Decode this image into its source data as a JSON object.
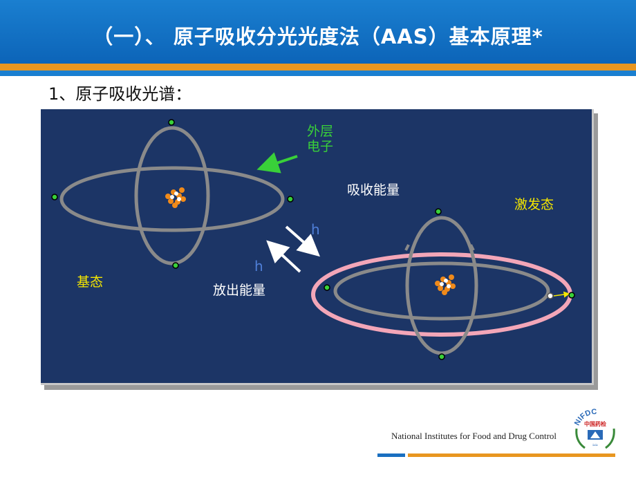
{
  "header": {
    "title": "（一）、 原子吸收分光光度法（AAS）基本原理*"
  },
  "subtitle": "1、原子吸收光谱：",
  "diagram": {
    "outer_electron_label_line1": "外层",
    "outer_electron_label_line2": "电子",
    "absorb_energy": "吸收能量",
    "excited_state": "激发态",
    "ground_state": "基态",
    "emit_energy": "放出能量",
    "photon_symbol_1": "h",
    "photon_symbol_2": "h"
  },
  "footer": {
    "institute": "National Institutes for Food and Drug Control",
    "logo_text": "NIFDC",
    "logo_chinese": "中国药检"
  },
  "colors": {
    "header_blue": "#1a7fd0",
    "accent_orange": "#e89620",
    "panel_navy": "#1c3566",
    "label_yellow": "#f4e600",
    "label_green": "#39d039",
    "excited_pink": "#f3a6b8"
  }
}
